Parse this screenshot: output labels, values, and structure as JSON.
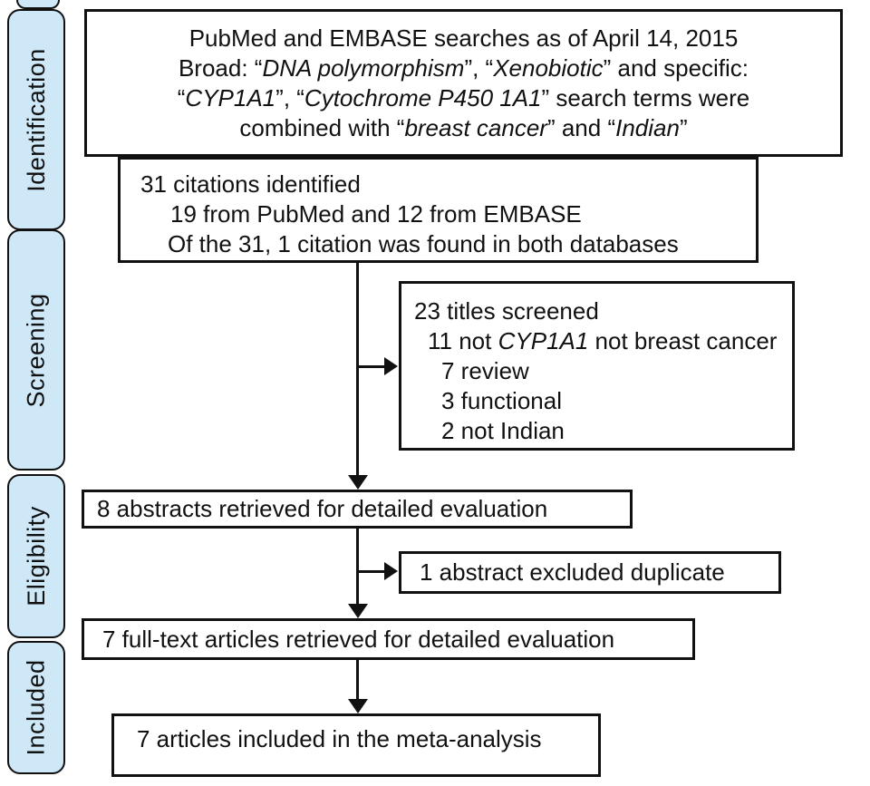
{
  "colors": {
    "sidebar_fill": "#cfe8f8",
    "line": "#111111"
  },
  "sidebar": {
    "items": [
      {
        "label": "Identification"
      },
      {
        "label": "Screening"
      },
      {
        "label": "Eligibility"
      },
      {
        "label": "Included"
      }
    ]
  },
  "search_box": {
    "line1": "PubMed and EMBASE searches as of April 14, 2015",
    "line2": {
      "a": "Broad: “",
      "b": "DNA polymorphism",
      "c": "”, “",
      "d": "Xenobiotic",
      "e": "” and specific:"
    },
    "line3": {
      "a": "“",
      "b": "CYP1A1",
      "c": "”, “",
      "d": "Cytochrome P450 1A1",
      "e": "” search terms were"
    },
    "line4": {
      "a": "combined with “",
      "b": "breast cancer",
      "c": "” and “",
      "d": "Indian",
      "e": "”"
    }
  },
  "citations_box": {
    "line1": "31 citations identified",
    "line2": "19 from PubMed and 12 from EMBASE",
    "line3": "Of the 31, 1 citation was found in both databases"
  },
  "screened_box": {
    "line1": "23 titles screened",
    "line2": {
      "a": "11 not ",
      "b": "CYP1A1",
      "c": " not breast cancer"
    },
    "line3": "7 review",
    "line4": "3 functional",
    "line5": "2 not Indian"
  },
  "abstracts_box": {
    "label": "8 abstracts retrieved for detailed evaluation"
  },
  "excluded_box": {
    "label": "1 abstract excluded duplicate"
  },
  "fulltext_box": {
    "label": "7 full-text articles retrieved for detailed evaluation"
  },
  "included_box": {
    "label": "7 articles included in the meta-analysis"
  }
}
